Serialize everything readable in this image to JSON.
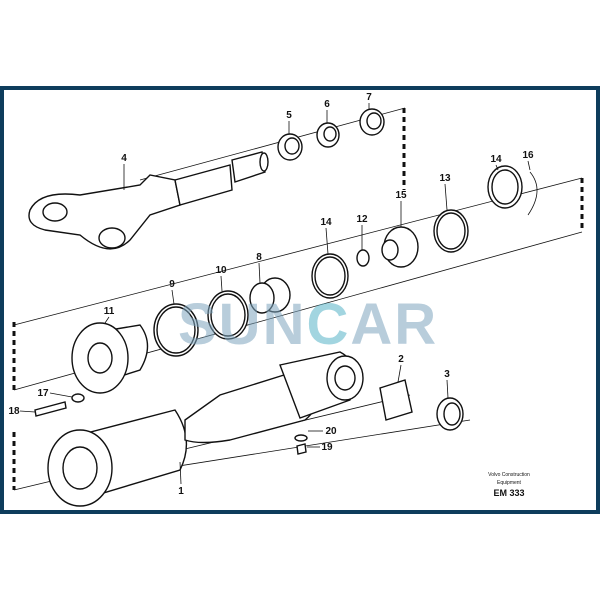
{
  "watermark": {
    "part1": "SUN",
    "part2": "C",
    "part3": "AR"
  },
  "caption": {
    "line1": "Volvo Construction",
    "line2": "Equipment",
    "code": "EM 333"
  },
  "colors": {
    "frame": "#0e3d5c",
    "watermark": "#7fa6bf",
    "watermark_accent": "#57b4c8"
  },
  "labels": {
    "l1": "1",
    "l2": "2",
    "l3": "3",
    "l4": "4",
    "l5": "5",
    "l6": "6",
    "l7": "7",
    "l8": "8",
    "l9": "9",
    "l10": "10",
    "l11": "11",
    "l12": "12",
    "l13": "13",
    "l14a": "14",
    "l14b": "14",
    "l15": "15",
    "l16": "16",
    "l17": "17",
    "l18": "18",
    "l19": "19",
    "l20": "20"
  }
}
